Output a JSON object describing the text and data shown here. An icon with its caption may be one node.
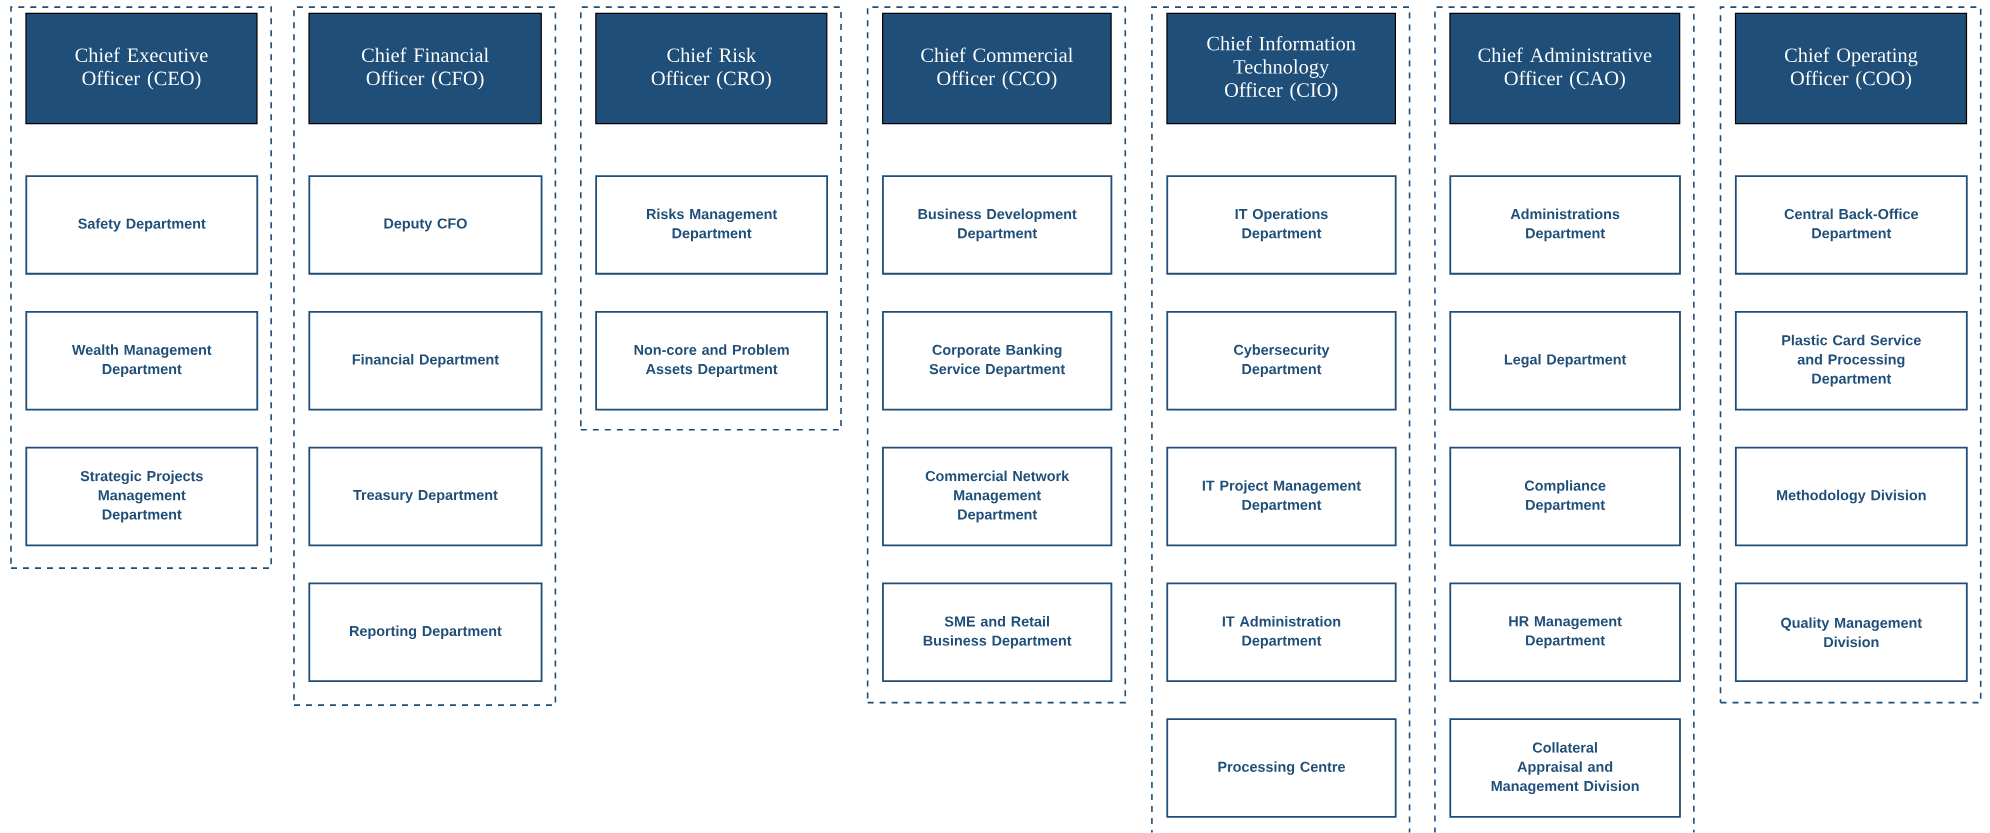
{
  "diagram": {
    "nodes": [
      {
        "text": [],
        "shape": "box"
      },
      {
        "text": [
          "Chief Executive Officer (CEO)"
        ],
        "in": 0
      },
      {
        "text": [
          "Safety Department"
        ],
        "in": 0
      },
      {
        "text": [
          "Wealth Management Department"
        ],
        "in": 0
      },
      {
        "text": [
          "Strategic Projects Management Department"
        ],
        "in": 0
      },
      {
        "text": [],
        "shape": "box"
      },
      {
        "text": [
          "Chief Financial Officer (CFO)"
        ],
        "in": 5
      },
      {
        "text": [
          "Deputy CFO"
        ],
        "in": 5
      },
      {
        "text": [
          "Financial Department"
        ],
        "in": 5
      },
      {
        "text": [
          "Treasury Department"
        ],
        "in": 5
      },
      {
        "text": [
          "Reporting Department"
        ],
        "in": 5
      },
      {
        "text": [],
        "shape": "box"
      },
      {
        "text": [
          "Chief Risk Officer (CRO)"
        ],
        "in": 11
      },
      {
        "text": [
          "Risks Management Department"
        ],
        "in": 11
      },
      {
        "text": [
          "Non-core and Problem Assets Department"
        ],
        "in": 11
      },
      {
        "text": [],
        "shape": "box"
      },
      {
        "text": [
          "Chief Commercial Officer (CCO)"
        ],
        "in": 15
      },
      {
        "text": [
          "Business Development Department"
        ],
        "in": 15
      },
      {
        "text": [
          "Corporate Banking Service Department"
        ],
        "in": 15
      },
      {
        "text": [
          "Commercial Network Management Department"
        ],
        "in": 15
      },
      {
        "text": [
          "SME and Retail Business Department"
        ],
        "in": 15
      },
      {
        "text": [],
        "shape": "box"
      },
      {
        "text": [
          "Chief Information Technology Officer (CIO)"
        ],
        "in": 21
      },
      {
        "text": [
          "IT Operations Department"
        ],
        "in": 21
      },
      {
        "text": [
          "Cybersecurity Department"
        ],
        "in": 21
      },
      {
        "text": [
          "IT Project Management Department"
        ],
        "in": 21
      },
      {
        "text": [
          "IT Administration Department"
        ],
        "in": 21
      },
      {
        "text": [
          "Processing Centre"
        ],
        "in": 21
      },
      {
        "text": [],
        "shape": "box"
      },
      {
        "text": [
          "Chief Administrative Officer (CAO)"
        ],
        "in": 28
      },
      {
        "text": [
          "Administrations Department"
        ],
        "in": 28
      },
      {
        "text": [
          "Legal Department"
        ],
        "in": 28
      },
      {
        "text": [
          "Compliance Department"
        ],
        "in": 28
      },
      {
        "text": [
          "HR Management Department"
        ],
        "in": 28
      },
      {
        "text": [
          "Collateral Appraisal and Management Division"
        ],
        "in": 28
      },
      {
        "text": [],
        "shape": "box"
      },
      {
        "text": [
          "Chief Operating Officer (COO)"
        ],
        "in": 35
      },
      {
        "text": [
          "Central Back-Office Department"
        ],
        "in": 35
      },
      {
        "text": [
          "Plastic Card Service and Processing Department"
        ],
        "in": 35
      },
      {
        "text": [
          "Methodology Division"
        ],
        "in": 35
      },
      {
        "text": [
          "Quality Management Division"
        ],
        "in": 35
      }
    ]
  }
}
